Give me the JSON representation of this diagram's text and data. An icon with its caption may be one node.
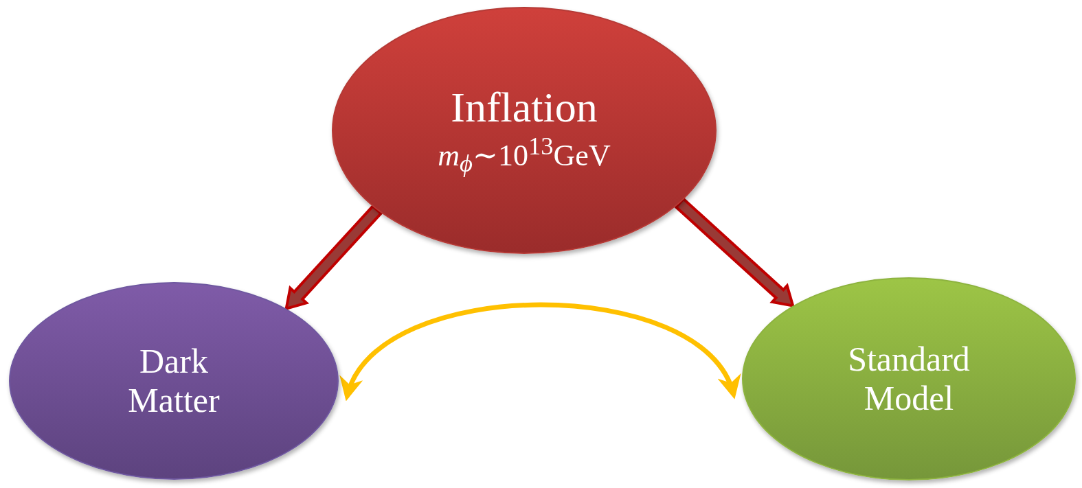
{
  "diagram": {
    "nodes": [
      {
        "text": [
          "Inflation",
          "*m*$_{ϕ}$∼10$^{13}$GeV"
        ]
      },
      {
        "text": [
          "Dark Matter"
        ]
      },
      {
        "text": [
          "Standard Model"
        ]
      }
    ],
    "edges": [
      {
        "from": 0,
        "to": 1,
        "arrow": "to",
        "style": "thick"
      },
      {
        "from": 0,
        "to": 2,
        "arrow": "to",
        "style": "thick"
      },
      {
        "from": 1,
        "to": 2,
        "arrow": "both",
        "color": "#ffc000"
      }
    ]
  }
}
